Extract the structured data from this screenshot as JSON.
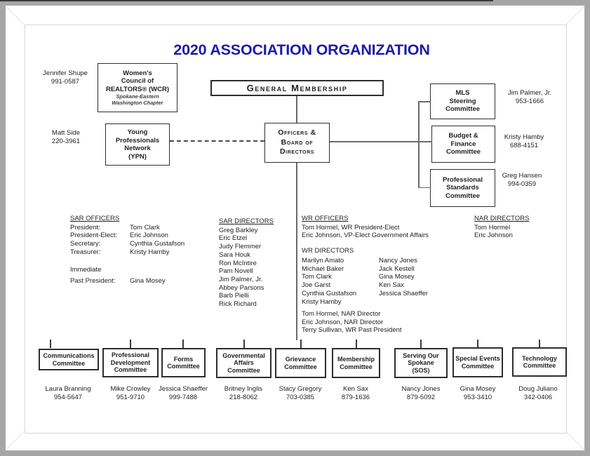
{
  "title": "2020 ASSOCIATION ORGANIZATION",
  "colors": {
    "title": "#1b1ba8",
    "box_border": "#2e2e2e",
    "connector_line": "#6a6a6a"
  },
  "boxes": {
    "general_membership": "General Membership",
    "officers_board": "Officers &\nBoard of\nDirectors",
    "wcr_title": "Women's\nCouncil of\nREALTORS® (WCR)",
    "wcr_subtitle": "Spokane-Eastern\nWashington Chapter",
    "ypn_title": "Young\nProfessionals\nNetwork\n(YPN)"
  },
  "contacts": {
    "wcr": {
      "name": "Jennifer Shupe",
      "phone": "991-0587"
    },
    "ypn": {
      "name": "Matt Side",
      "phone": "220-3961"
    }
  },
  "right_committees": [
    {
      "title": "MLS\nSteering\nCommittee",
      "name": "Jim Palmer, Jr.",
      "phone": "953-1666"
    },
    {
      "title": "Budget &\nFinance\nCommittee",
      "name": "Kristy Hamby",
      "phone": "688-4151"
    },
    {
      "title": "Professional\nStandards\nCommittee",
      "name": "Greg Hansen",
      "phone": "994-0359"
    }
  ],
  "sar_officers": {
    "heading": "SAR OFFICERS",
    "rows": [
      {
        "label": "President:",
        "value": "Tom Clark"
      },
      {
        "label": "President-Elect:",
        "value": "Eric Johnson"
      },
      {
        "label": "Secretary:",
        "value": "Cynthia Gustafson"
      },
      {
        "label": "Treasurer:",
        "value": "Kristy Hamby"
      }
    ],
    "extra_rows": [
      {
        "label": "Immediate",
        "value": ""
      },
      {
        "label": "Past President:",
        "value": "Gina Mosey"
      }
    ]
  },
  "sar_directors": {
    "heading": "SAR DIRECTORS",
    "names": [
      "Greg Barkley",
      "Eric Etzel",
      "Judy Flemmer",
      "Sara Houk",
      "Ron McIntire",
      "Pam Novell",
      "Jim Palmer, Jr.",
      "Abbey Parsons",
      "Barb Pielli",
      "Rick Richard"
    ]
  },
  "wr_officers": {
    "heading": "WR OFFICERS",
    "lines": [
      "Tom Hormel, WR President-Elect",
      "Eric Johnson, VP-Elect Government Affairs"
    ]
  },
  "wr_directors": {
    "heading": "WR DIRECTORS",
    "col1": [
      "Marilyn Amato",
      "Michael Baker",
      "Tom Clark",
      "Joe Garst",
      "Cynthia Gustafson",
      "Kristy Hamby"
    ],
    "col2": [
      "Nancy Jones",
      "Jack Kestell",
      "Gina Mosey",
      "Ken Sax",
      "Jessica Shaeffer"
    ],
    "extra": [
      "Tom Hormel, NAR Director",
      "Eric Johnson, NAR Director",
      "Terry Sullivan, WR Past President"
    ]
  },
  "nar_directors": {
    "heading": "NAR DIRECTORS",
    "names": [
      "Tom Hormel",
      "Eric Johnson"
    ]
  },
  "bottom_committees": [
    {
      "title": "Communications\nCommittee",
      "name": "Laura Branning",
      "phone": "954-5647"
    },
    {
      "title": "Professional\nDevelopment\nCommittee",
      "name": "Mike Crowley",
      "phone": "951-9710"
    },
    {
      "title": "Forms\nCommittee",
      "name": "Jessica Shaeffer",
      "phone": "999-7488"
    },
    {
      "title": "Governmental\nAffairs\nCommittee",
      "name": "Britney Inglis",
      "phone": "218-8062"
    },
    {
      "title": "Grievance\nCommittee",
      "name": "Stacy Gregory",
      "phone": "703-0385"
    },
    {
      "title": "Membership\nCommittee",
      "name": "Ken Sax",
      "phone": "879-1636"
    },
    {
      "title": "Serving Our\nSpokane\n(SOS)",
      "name": "Nancy Jones",
      "phone": "879-5092"
    },
    {
      "title": "Special Events\nCommittee",
      "name": "Gina Mosey",
      "phone": "953-3410"
    },
    {
      "title": "Technology\nCommittee",
      "name": "Doug Juliano",
      "phone": "342-0406"
    }
  ]
}
